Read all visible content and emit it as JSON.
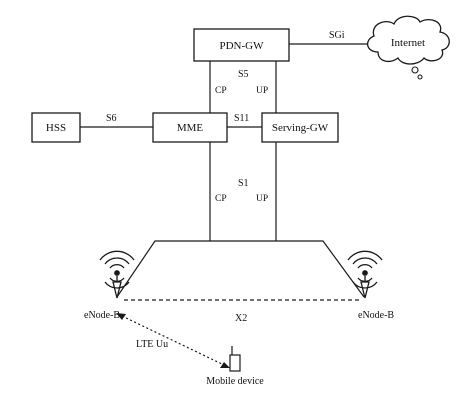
{
  "nodes": {
    "pdn_gw": "PDN-GW",
    "hss": "HSS",
    "mme": "MME",
    "serving_gw": "Serving-GW",
    "internet": "Internet",
    "enodeb_left": "eNode-B",
    "enodeb_right": "eNode-B",
    "mobile_device": "Mobile device"
  },
  "interfaces": {
    "sgi": "SGi",
    "s5": "S5",
    "s5_cp": "CP",
    "s5_up": "UP",
    "s6": "S6",
    "s11": "S11",
    "s1": "S1",
    "s1_cp": "CP",
    "s1_up": "UP",
    "x2": "X2",
    "lte_uu": "LTE Uu"
  },
  "icons": {
    "cloud": "internet-cloud-icon",
    "antenna": "antenna-icon",
    "phone": "mobile-phone-icon"
  },
  "colors": {
    "stroke": "#1a1a1a",
    "background": "#ffffff"
  }
}
